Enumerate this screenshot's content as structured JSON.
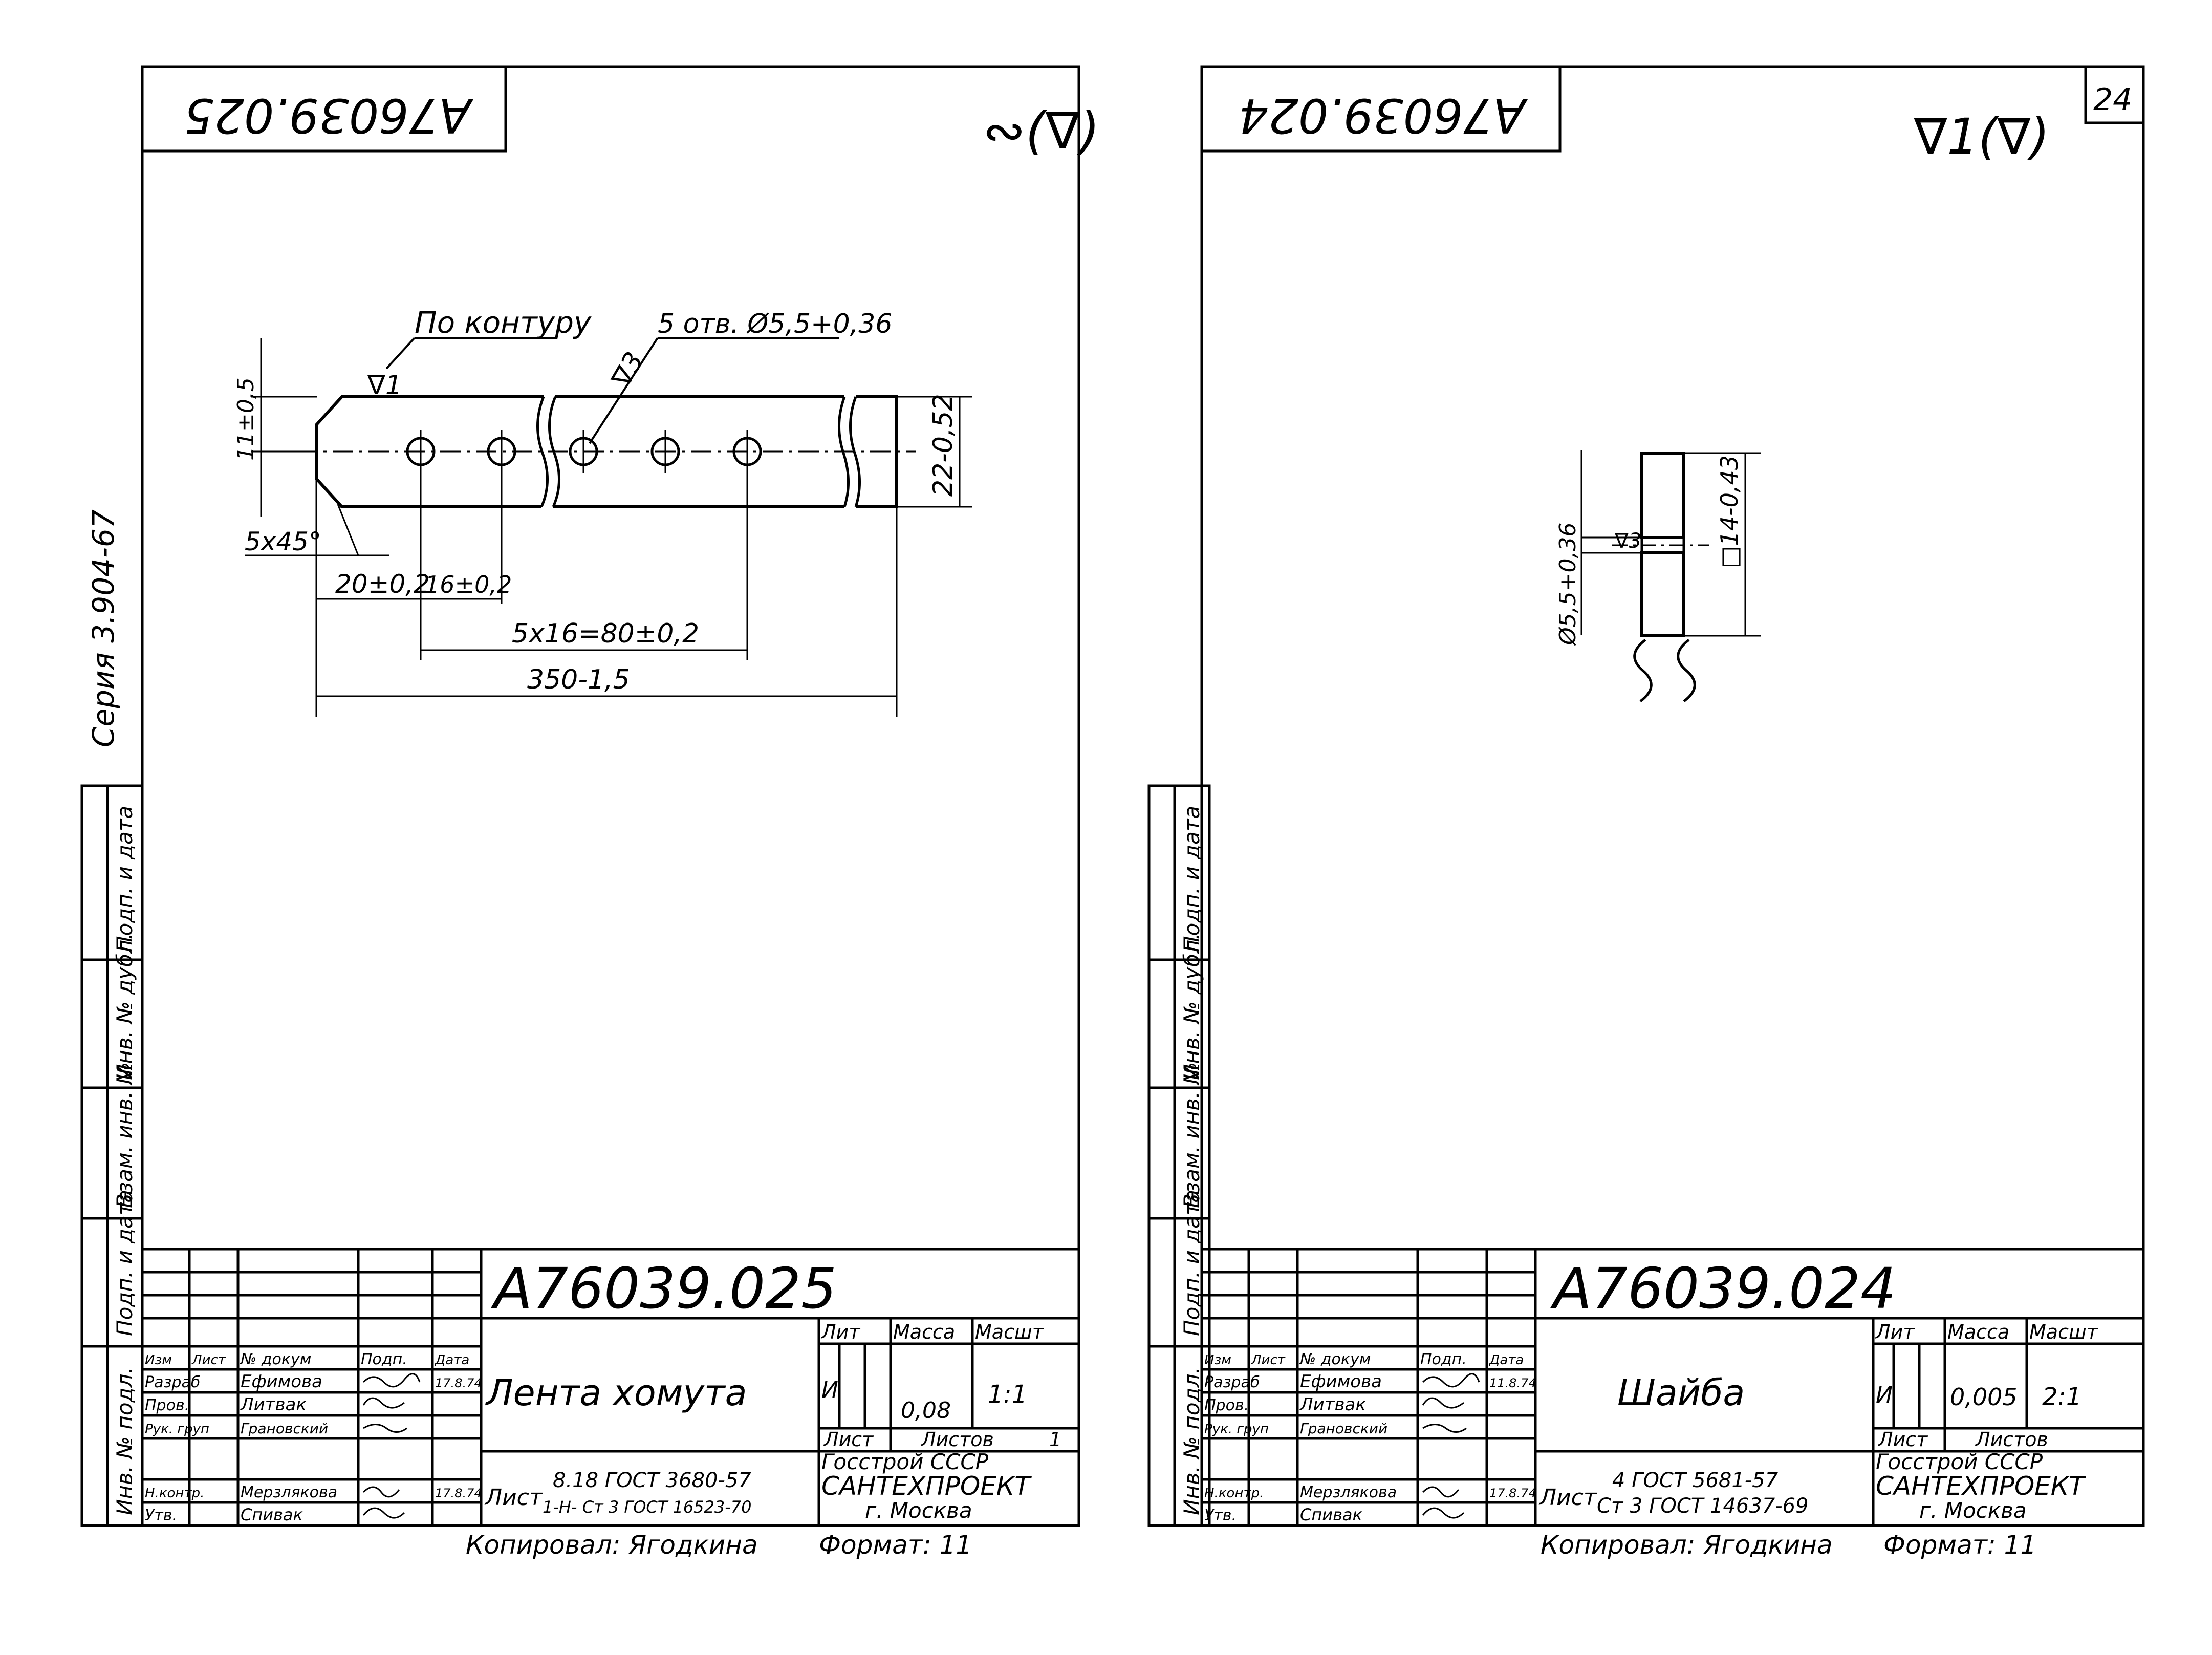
{
  "series_stamp": "Серия 3.904-67",
  "side_stamp_labels": [
    "Инв. № подл.",
    "Подп. и дата",
    "Взам. инв. №",
    "Инв. № дубл.",
    "Подп. и дата"
  ],
  "common_headers": {
    "izm": "Изм",
    "list": "Лист",
    "doc_no": "№ докум",
    "sign": "Подп.",
    "date": "Дата",
    "lit": "Лит",
    "massa": "Масса",
    "masshtab": "Масшт",
    "list_label": "Лист",
    "listov": "Листов"
  },
  "sheet_left": {
    "top_code": "А76039.025",
    "roughness_mark": "∾(∇)",
    "code": "А76039.025",
    "title": "Лента хомута",
    "lit": "И",
    "massa": "0,08",
    "scale": "1:1",
    "listov_value": "1",
    "roles": [
      "Разраб",
      "Пров.",
      "Рук. груп",
      "",
      "Н.контр.",
      "Утв."
    ],
    "names": [
      "Ефимова",
      "Литвак",
      "Грановский",
      "",
      "Мерзлякова",
      "Спивак"
    ],
    "dates": [
      "17.8.74",
      "",
      "",
      "",
      "17.8.74",
      ""
    ],
    "material_prefix": "Лист",
    "material_line1": "8.18 ГОСТ 3680-57",
    "material_line2": "1-Н- Ст 3 ГОСТ 16523-70",
    "org_line1": "Госстрой СССР",
    "org_line2": "САНТЕХПРОЕКТ",
    "org_line3": "г. Москва",
    "copied": "Копировал: Ягодкина",
    "format": "Формат: 11",
    "dims": {
      "contour": "По контуру",
      "holes": "5 отв. Ø5,5+0,36",
      "r3": "∇3",
      "r1": "∇1",
      "d_11": "11±0,5",
      "d_22": "22-0,52",
      "chamfer": "5х45°",
      "d_20": "20±0,2",
      "d_16": "16±0,2",
      "d_5x16": "5х16=80±0,2",
      "d_350": "350-1,5"
    }
  },
  "sheet_right": {
    "top_code": "А76039.024",
    "page_number": "24",
    "roughness_mark": "∇1(∇)",
    "code": "А76039.024",
    "title": "Шайба",
    "lit": "И",
    "massa": "0,005",
    "scale": "2:1",
    "roles": [
      "Разраб",
      "Пров.",
      "Рук. груп",
      "",
      "Н.контр.",
      "Утв."
    ],
    "names": [
      "Ефимова",
      "Литвак",
      "Грановский",
      "",
      "Мерзлякова",
      "Спивак"
    ],
    "dates": [
      "11.8.74",
      "",
      "",
      "",
      "17.8.74",
      ""
    ],
    "material_prefix": "Лист",
    "material_line1": "4 ГОСТ 5681-57",
    "material_line2": "Ст 3 ГОСТ 14637-69",
    "org_line1": "Госстрой СССР",
    "org_line2": "САНТЕХПРОЕКТ",
    "org_line3": "г. Москва",
    "copied": "Копировал: Ягодкина",
    "format": "Формат: 11",
    "dims": {
      "hole": "Ø5,5+0,36",
      "r3": "∇3",
      "square": "□14-0,43"
    }
  }
}
